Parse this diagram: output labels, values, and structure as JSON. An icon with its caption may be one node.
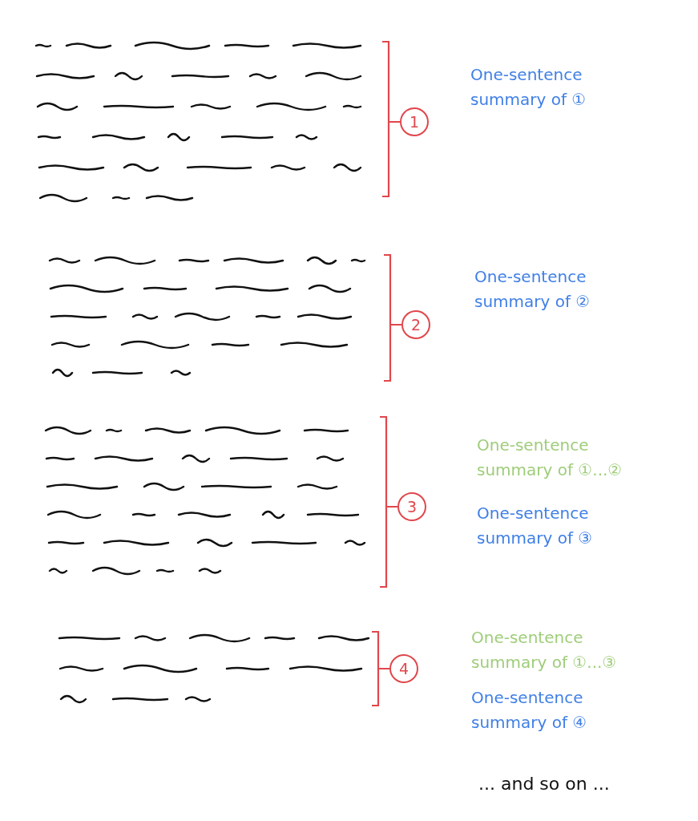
{
  "diagram": {
    "labels": [
      "1",
      "One-sentence summary of ①",
      "2",
      "One-sentence summary of ②",
      "3",
      "One-sentence summary of ①...②",
      "One-sentence summary of ③",
      "4",
      "One-sentence summary of ①...③",
      "One-sentence summary of ④",
      "... and so on ..."
    ]
  }
}
